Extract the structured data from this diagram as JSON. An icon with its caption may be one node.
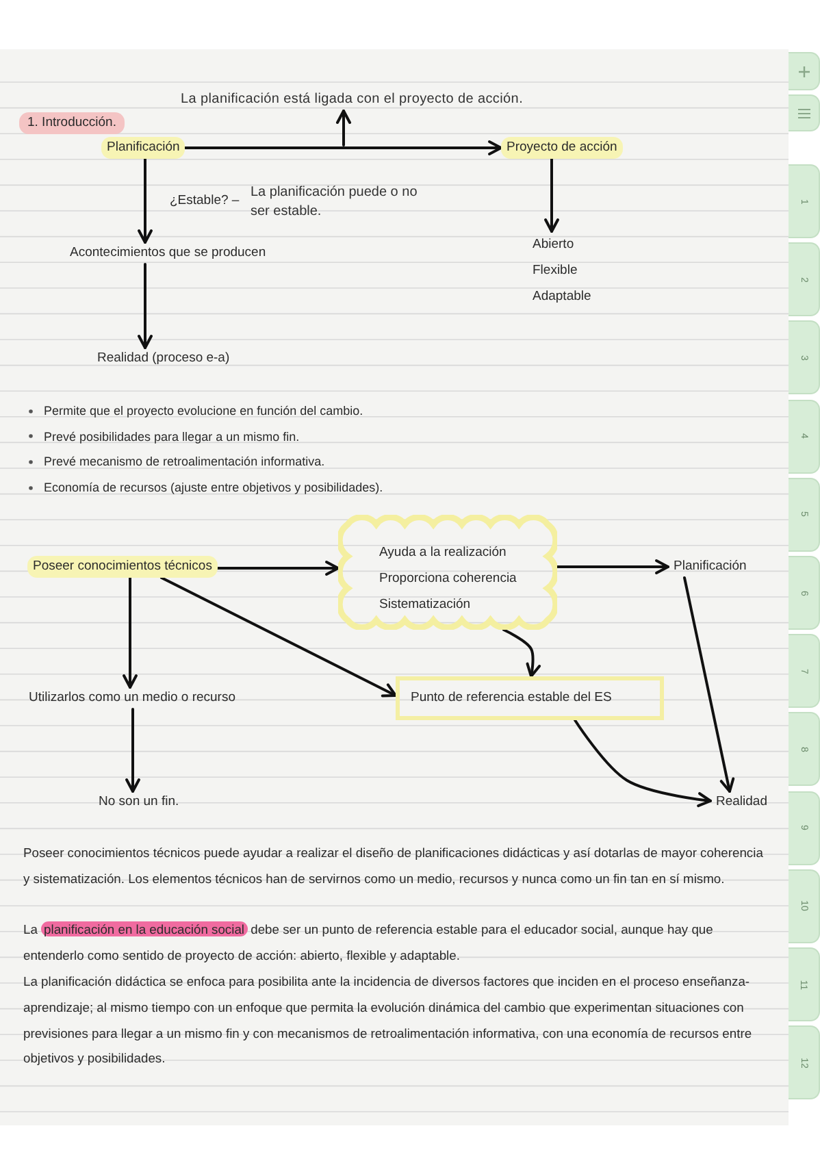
{
  "diagram": {
    "title": "1. Introducción.",
    "nodes": [
      {
        "text": [
          "La planificación está ligada con el proyecto de acción."
        ]
      },
      {
        "text": [
          "Planificación"
        ]
      },
      {
        "text": [
          "Proyecto de acción"
        ]
      },
      {
        "text": [
          "Acontecimientos que se producen"
        ]
      },
      {
        "text": [
          "Realidad (proceso e-a)"
        ]
      },
      {
        "text": [
          "Abierto",
          "Flexible",
          "Adaptable"
        ]
      },
      {
        "text": [
          "Poseer conocimientos técnicos"
        ]
      },
      {
        "text": [
          "Ayuda a la realización",
          "Proporciona coherencia",
          "Sistematización"
        ]
      },
      {
        "text": [
          "Planificación"
        ]
      },
      {
        "text": [
          "Utilizarlos como un medio o recurso"
        ]
      },
      {
        "text": [
          "Punto de referencia estable del ES"
        ]
      },
      {
        "text": [
          "No son un fin."
        ]
      },
      {
        "text": [
          "Realidad"
        ]
      }
    ],
    "edges": [
      {
        "from": 1,
        "to": 2,
        "arrow": "to"
      },
      {
        "from": null,
        "to": 0,
        "arrow": "to"
      },
      {
        "from": 1,
        "to": 3,
        "arrow": "to"
      },
      {
        "from": 3,
        "to": 4,
        "arrow": "to"
      },
      {
        "from": 2,
        "to": 5,
        "arrow": "to"
      },
      {
        "from": 6,
        "to": 7,
        "arrow": "to"
      },
      {
        "from": 7,
        "to": 8,
        "arrow": "to"
      },
      {
        "from": 6,
        "to": 9,
        "arrow": "to"
      },
      {
        "from": 6,
        "to": 10,
        "arrow": "to"
      },
      {
        "from": 7,
        "to": 10,
        "arrow": "to"
      },
      {
        "from": 9,
        "to": 11,
        "arrow": "to"
      },
      {
        "from": 10,
        "to": 12,
        "arrow": "to"
      },
      {
        "from": 8,
        "to": 12,
        "arrow": "to"
      }
    ],
    "labels": [
      "¿Estable? –",
      "La planificación puede o no ser estable.",
      "Permite que el proyecto evolucione en función del cambio.",
      "Prevé posibilidades para llegar a un mismo fin.",
      "Prevé mecanismo de retroalimentación informativa.",
      "Economía de recursos (ajuste entre objetivos y posibilidades).",
      "Poseer conocimientos técnicos puede ayudar a realizar el diseño de planificaciones didácticas y así dotarlas de mayor coherencia y sistematización. Los elementos técnicos han de servirnos como un medio, recursos y nunca como un fin tan en sí mismo.",
      "La **planificación en la educación social** debe ser un punto de referencia estable para el educador social, aunque hay que entenderlo como sentido de proyecto de acción: abierto, flexible y adaptable.",
      "La planificación didáctica se enfoca para posibilita ante la incidencia de diversos factores que inciden en el proceso enseñanza-aprendizaje; al mismo tiempo con un enfoque que permita la evolución dinámica del cambio que experimentan situaciones con previsiones para llegar a un mismo fin y con mecanismos de retroalimentación informativa, con una economía de recursos entre objetivos y posibilidades.",
      "1",
      "2",
      "3",
      "4",
      "5",
      "6",
      "7",
      "8",
      "9",
      "10",
      "11",
      "12"
    ]
  }
}
